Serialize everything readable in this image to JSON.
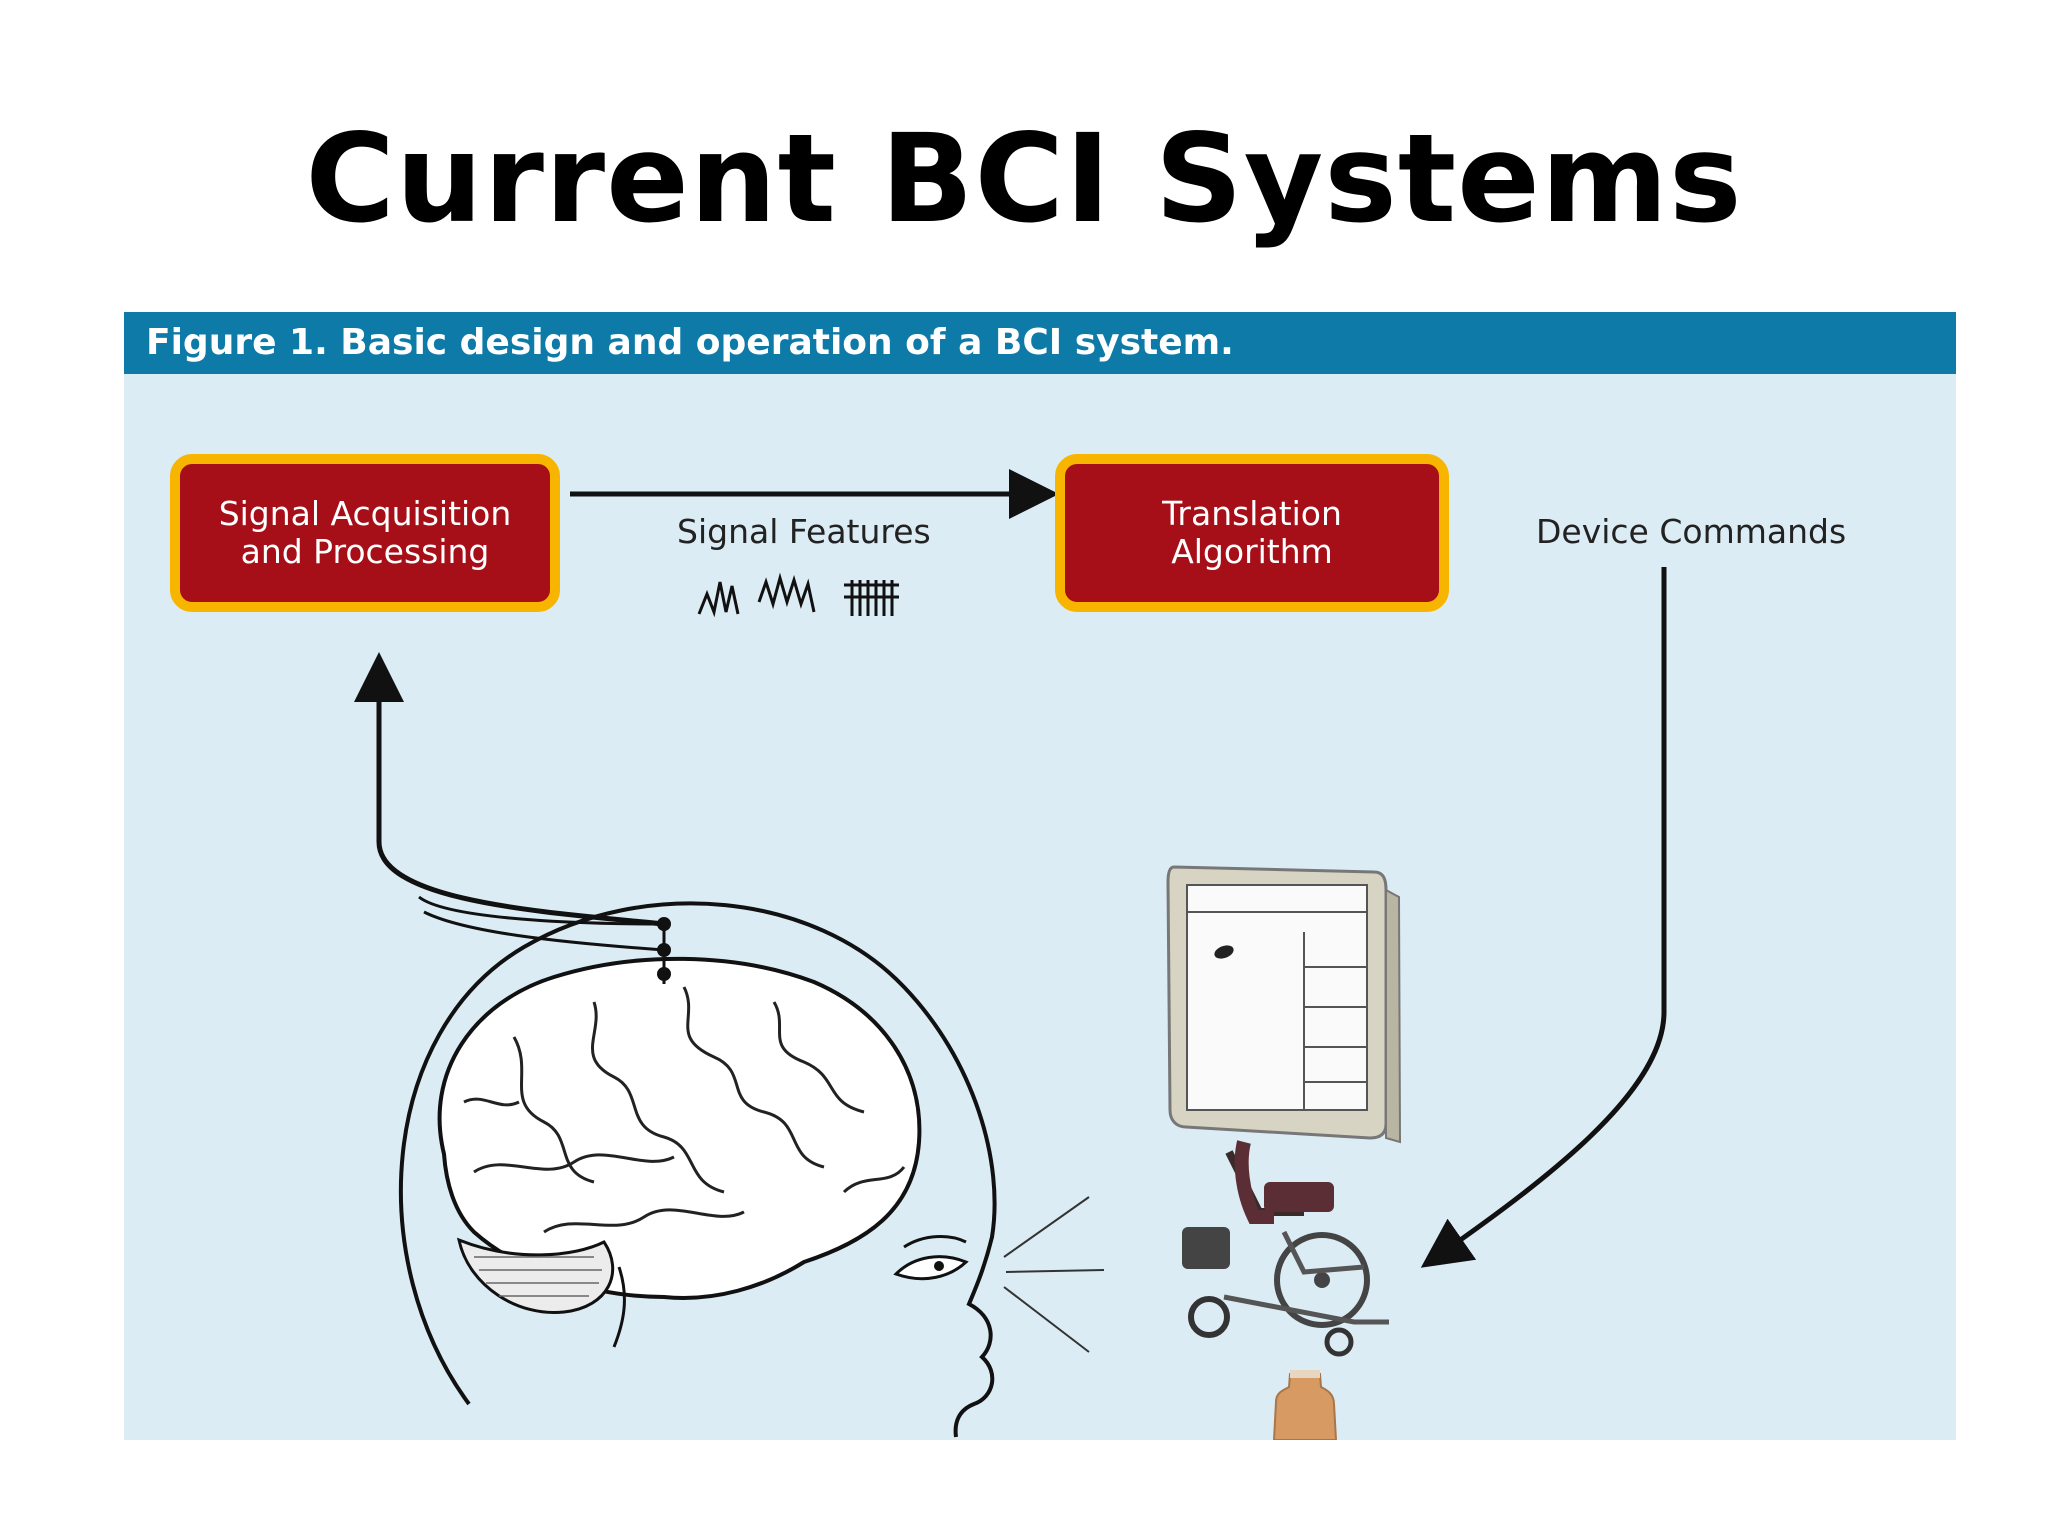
{
  "slide": {
    "title": "Current BCI Systems"
  },
  "figure": {
    "caption": "Figure 1. Basic design and operation of a BCI system.",
    "blocks": {
      "signal_acquisition": "Signal Acquisition\nand Processing",
      "translation_algorithm": "Translation\nAlgorithm"
    },
    "labels": {
      "signal_features": "Signal Features",
      "device_commands": "Device Commands"
    }
  },
  "colors": {
    "header": "#0d7aa7",
    "figure_bg": "#dcecf5",
    "block_fill": "#a70f18",
    "block_border": "#f7b500"
  },
  "icons": [
    "brain-icon",
    "head-outline-icon",
    "eeg-electrode-icon",
    "signal-waveform-icon",
    "monitor-icon",
    "wheelchair-icon",
    "bottle-icon"
  ]
}
